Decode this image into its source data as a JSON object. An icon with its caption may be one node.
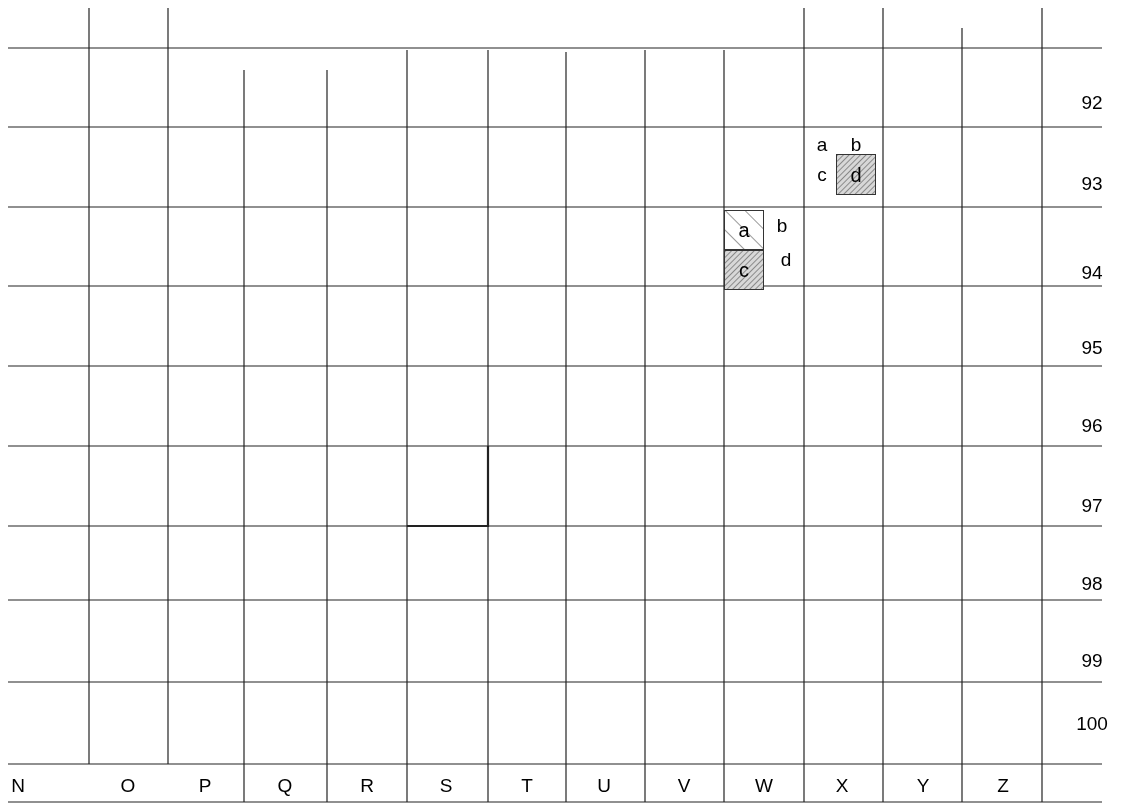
{
  "diagram": {
    "nodes": [
      {
        "text": [
          "d"
        ]
      },
      {
        "text": [
          "a"
        ]
      },
      {
        "text": [
          "c"
        ]
      }
    ],
    "labels": [
      "a",
      "b",
      "c",
      "b",
      "d",
      "92",
      "93",
      "94",
      "95",
      "96",
      "97",
      "98",
      "99",
      "100",
      "N",
      "O",
      "P",
      "Q",
      "R",
      "S",
      "T",
      "U",
      "V",
      "W",
      "X",
      "Y",
      "Z"
    ]
  }
}
